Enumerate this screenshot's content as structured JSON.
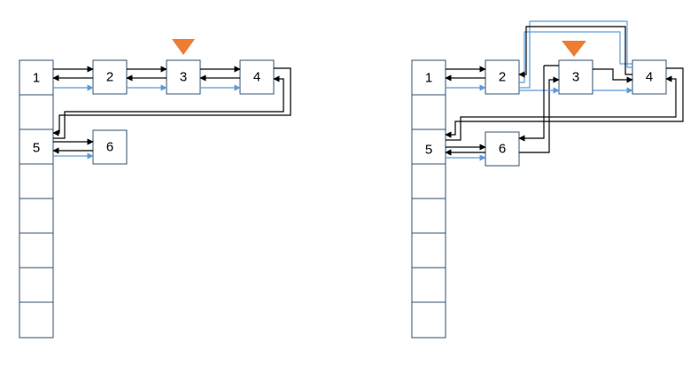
{
  "colors": {
    "black_link": "#000000",
    "blue_link": "#5b9bd5",
    "marker": "#ed7d31",
    "box_stroke": "#2f4f6f"
  },
  "left": {
    "array_labels": [
      "1",
      "",
      "",
      "5",
      "",
      "",
      "",
      "",
      ""
    ],
    "nodes": {
      "n2": "2",
      "n3": "3",
      "n4": "4",
      "n6": "6"
    }
  },
  "right": {
    "array_labels": [
      "1",
      "",
      "",
      "5",
      "",
      "",
      "",
      "",
      ""
    ],
    "nodes": {
      "n2": "2",
      "n3": "3",
      "n4": "4",
      "n6": "6"
    }
  },
  "marker_icon": "down-triangle-icon"
}
